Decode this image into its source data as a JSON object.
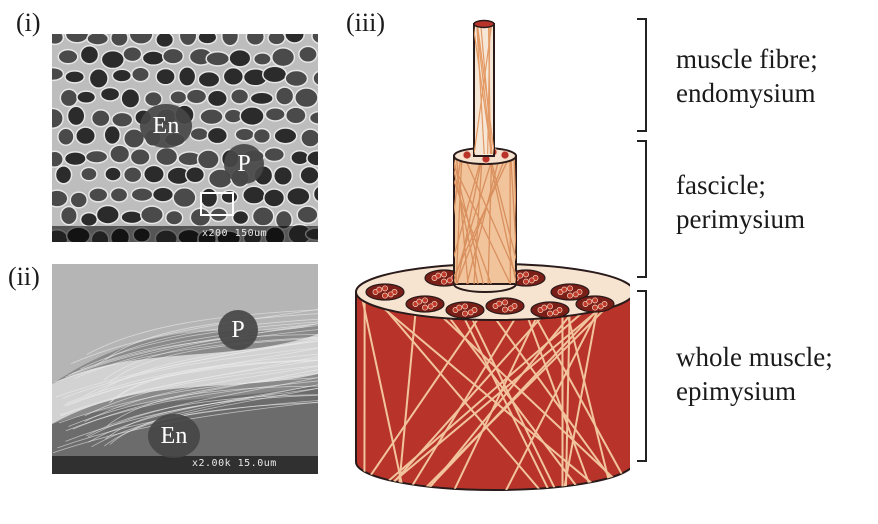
{
  "panels": {
    "i": {
      "label": "(i)",
      "callout_en": "En",
      "callout_p": "P",
      "scale_text": "x200   150um"
    },
    "ii": {
      "label": "(ii)",
      "callout_en": "En",
      "callout_p": "P",
      "scale_text": "x2.00k 15.0um"
    },
    "iii": {
      "label": "(iii)"
    }
  },
  "levels": [
    {
      "line1": "muscle fibre;",
      "line2": "endomysium"
    },
    {
      "line1": "fascicle;",
      "line2": "perimysium"
    },
    {
      "line1": "whole muscle;",
      "line2": "epimysium"
    }
  ],
  "colors": {
    "muscle_red": "#b8342a",
    "tissue_peach": "#f1c49c",
    "fascicle_face": "#f5e2cf",
    "fibre_dark": "#7a1e18"
  }
}
